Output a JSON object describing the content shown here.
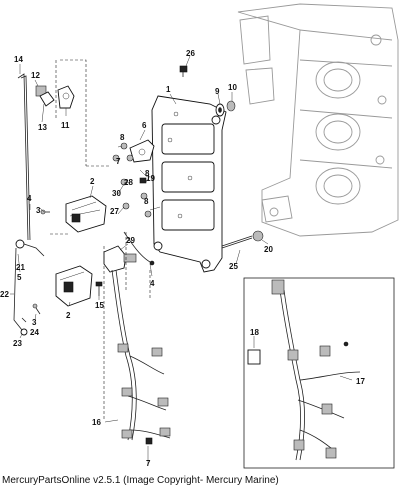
{
  "caption": "MercuryPartsOnline v2.5.1 (Image Copyright- Mercury Marine)",
  "callouts": [
    "1",
    "2",
    "2",
    "3",
    "3",
    "4",
    "4",
    "5",
    "6",
    "7",
    "7",
    "8",
    "8",
    "8",
    "9",
    "10",
    "11",
    "12",
    "13",
    "14",
    "15",
    "16",
    "17",
    "18",
    "19",
    "20",
    "21",
    "22",
    "23",
    "24",
    "25",
    "26",
    "27",
    "28",
    "29",
    "30"
  ]
}
